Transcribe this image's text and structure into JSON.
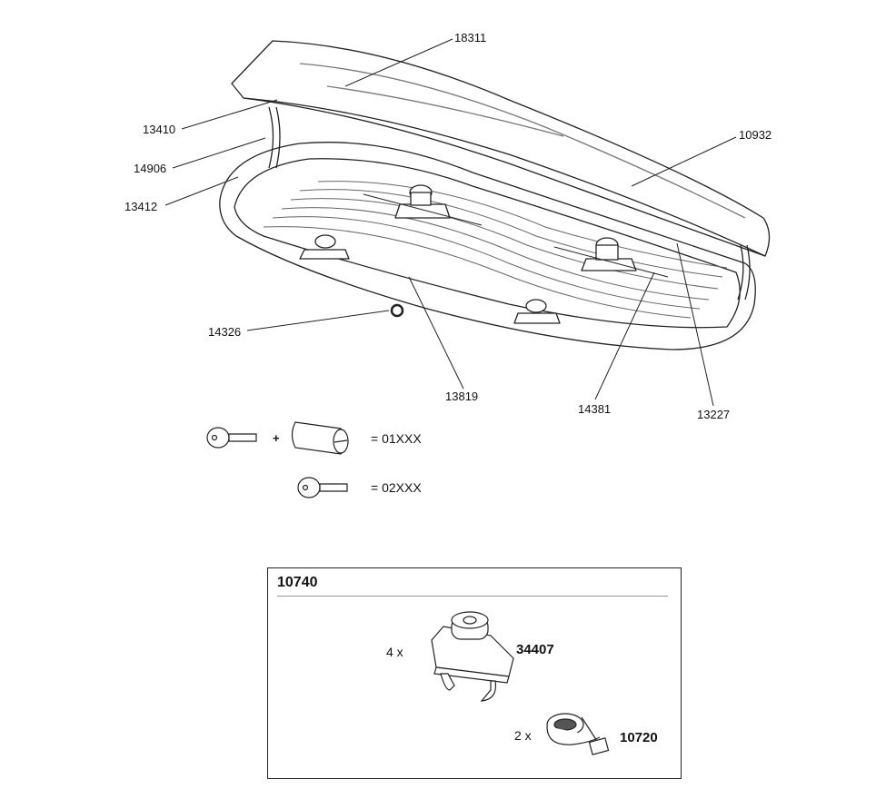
{
  "callouts": {
    "lid": "18311",
    "lid_stay_top": "13410",
    "lid_stay": "14906",
    "lid_stay_bottom": "13412",
    "lid_hinge": "10932",
    "lock": "14326",
    "bottom_mat": "13819",
    "fitting_rail": "14381",
    "rear_hinge": "13227"
  },
  "keys": {
    "plus": "+",
    "set_with_cylinder": "= 01XXX",
    "key_only": "= 02XXX"
  },
  "kit": {
    "number": "10740",
    "items": [
      {
        "qty": "4 x",
        "part": "34407"
      },
      {
        "qty": "2 x",
        "part": "10720"
      }
    ]
  }
}
